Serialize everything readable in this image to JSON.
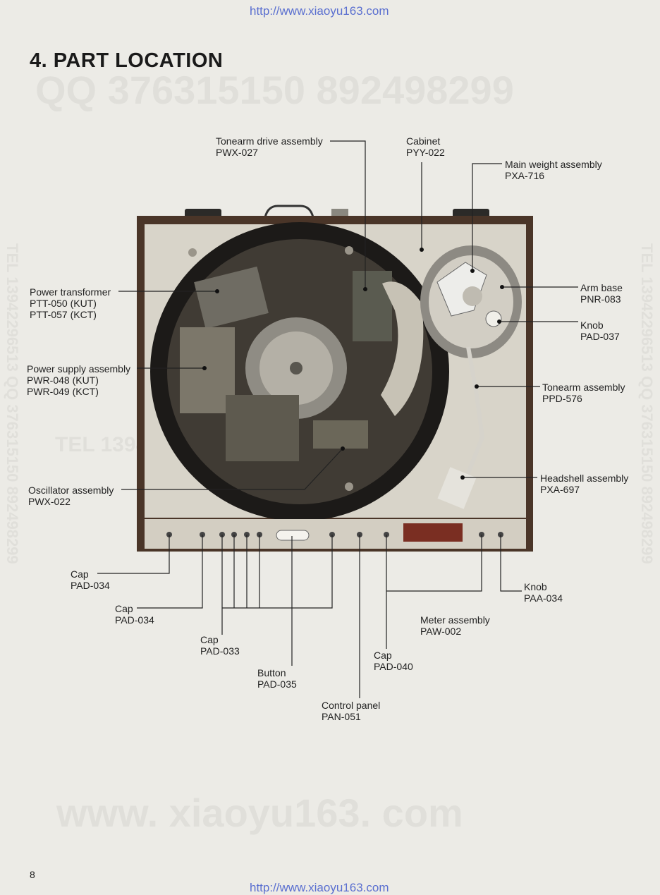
{
  "header": {
    "url": "http://www.xiaoyu163.com"
  },
  "footer": {
    "url": "http://www.xiaoyu163.com",
    "page_number": "8"
  },
  "page_title": "4. PART  LOCATION",
  "watermarks": {
    "top": "QQ 376315150    892498299",
    "middle": "TEL 13942296513   QQ 376315150   892498299",
    "bottom": "www. xiaoyu163. com",
    "side": "TEL 13942296513  QQ 376315150  892498299"
  },
  "labels": {
    "tonearm_drive": {
      "name": "Tonearm drive assembly",
      "code": "PWX-027"
    },
    "cabinet": {
      "name": "Cabinet",
      "code": "PYY-022"
    },
    "main_weight": {
      "name": "Main weight assembly",
      "code": "PXA-716"
    },
    "power_transformer": {
      "name": "Power transformer",
      "code1": "PTT-050 (KUT)",
      "code2": "PTT-057 (KCT)"
    },
    "power_supply": {
      "name": "Power supply assembly",
      "code1": "PWR-048 (KUT)",
      "code2": "PWR-049 (KCT)"
    },
    "arm_base": {
      "name": "Arm base",
      "code": "PNR-083"
    },
    "knob_pad037": {
      "name": "Knob",
      "code": "PAD-037"
    },
    "tonearm": {
      "name": "Tonearm assembly",
      "code": "PPD-576"
    },
    "headshell": {
      "name": "Headshell assembly",
      "code": "PXA-697"
    },
    "oscillator": {
      "name": "Oscillator assembly",
      "code": "PWX-022"
    },
    "cap_1": {
      "name": "Cap",
      "code": "PAD-034"
    },
    "cap_2": {
      "name": "Cap",
      "code": "PAD-034"
    },
    "cap_3": {
      "name": "Cap",
      "code": "PAD-033"
    },
    "button": {
      "name": "Button",
      "code": "PAD-035"
    },
    "control_panel": {
      "name": "Control panel",
      "code": "PAN-051"
    },
    "cap_4": {
      "name": "Cap",
      "code": "PAD-040"
    },
    "meter": {
      "name": "Meter assembly",
      "code": "PAW-002"
    },
    "knob_paa034": {
      "name": "Knob",
      "code": "PAA-034"
    }
  }
}
